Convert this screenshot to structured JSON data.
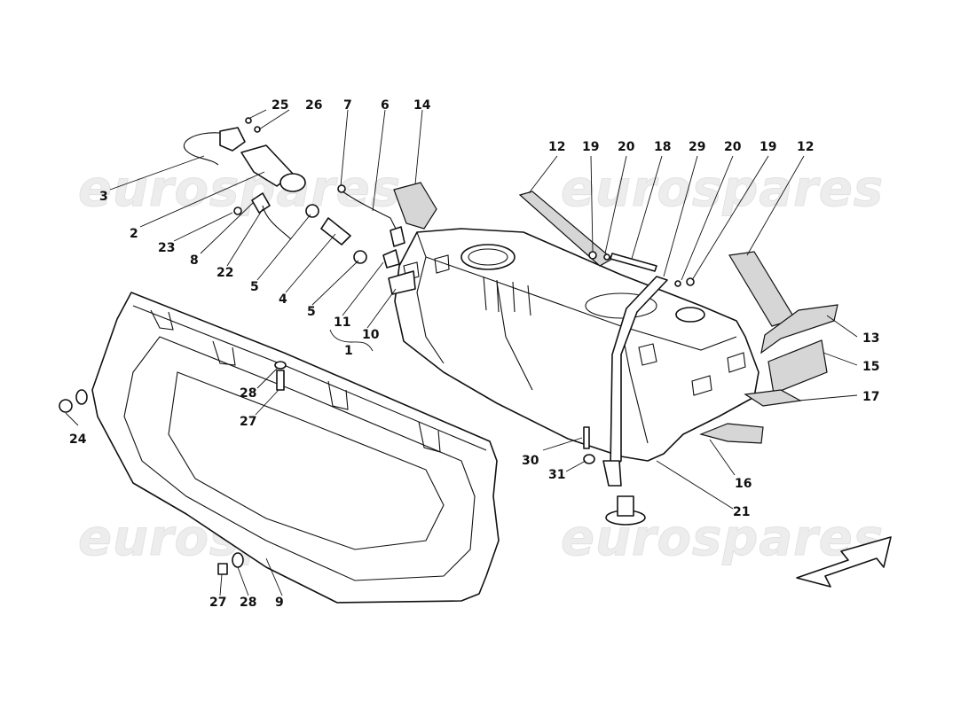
{
  "watermark": {
    "text": "eurospares"
  },
  "callouts": {
    "c1": "1",
    "c2": "2",
    "c3": "3",
    "c4": "4",
    "c5a": "5",
    "c5b": "5",
    "c6": "6",
    "c7": "7",
    "c8": "8",
    "c9": "9",
    "c10": "10",
    "c11": "11",
    "c12a": "12",
    "c12b": "12",
    "c13": "13",
    "c14": "14",
    "c15": "15",
    "c16": "16",
    "c17": "17",
    "c18": "18",
    "c19a": "19",
    "c19b": "19",
    "c20a": "20",
    "c20b": "20",
    "c21": "21",
    "c22": "22",
    "c23": "23",
    "c24": "24",
    "c25": "25",
    "c26": "26",
    "c27a": "27",
    "c27b": "27",
    "c28a": "28",
    "c28b": "28",
    "c29": "29",
    "c30": "30",
    "c31": "31"
  }
}
